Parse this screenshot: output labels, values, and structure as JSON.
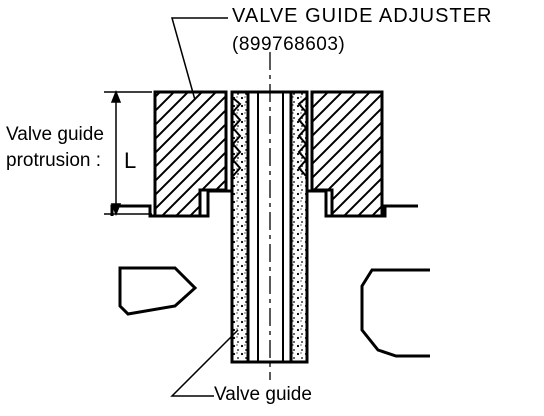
{
  "labels": {
    "adjuster_name": "VALVE GUIDE ADJUSTER",
    "adjuster_part_no": "(899768603)",
    "protrusion_line1": "Valve guide",
    "protrusion_line2": "protrusion :",
    "dimension_symbol": "L",
    "guide_name": "Valve guide"
  },
  "colors": {
    "ink": "#000000",
    "paper": "#ffffff"
  }
}
